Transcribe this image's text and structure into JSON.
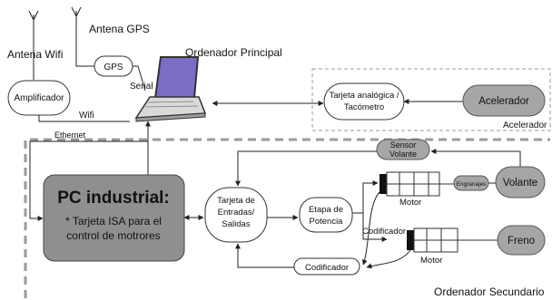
{
  "labels": {
    "antena_wifi": "Antena Wifi",
    "antena_gps": "Antena GPS",
    "gps": "GPS",
    "serial": "Serial",
    "ordenador_principal": "Ordenador Principal",
    "amplificador": "Amplificador",
    "wifi": "Wifi",
    "tarjeta_analogica_1": "Tarjeta analógica /",
    "tarjeta_analogica_2": "Tacómetro",
    "acelerador": "Acelerador",
    "acelerador_caption": "Acelerador",
    "ethernet": "Ethernet",
    "sensor_volante_1": "Sensor",
    "sensor_volante_2": "Volante",
    "pc_industrial": "PC industrial:",
    "pc_line1": "* Tarjeta ISA para el",
    "pc_line2": "control de motrores",
    "tarjeta_es_1": "Tarjeta de",
    "tarjeta_es_2": "Entradas/",
    "tarjeta_es_3": "Salidas",
    "etapa_1": "Etapa de",
    "etapa_2": "Potencia",
    "engranajes": "Engranajes",
    "volante": "Volante",
    "motor_top": "Motor",
    "codificador_top": "Codificador",
    "freno": "Freno",
    "codificador_box": "Codificador",
    "motor_bottom": "Motor",
    "ordenador_secundario": "Ordenador Secundario"
  },
  "colors": {
    "gray_node": "#a6a6a6",
    "pc_node": "#8f8f8f",
    "dashed_border": "#9a9a9a",
    "screen": "#7b6cc4"
  }
}
